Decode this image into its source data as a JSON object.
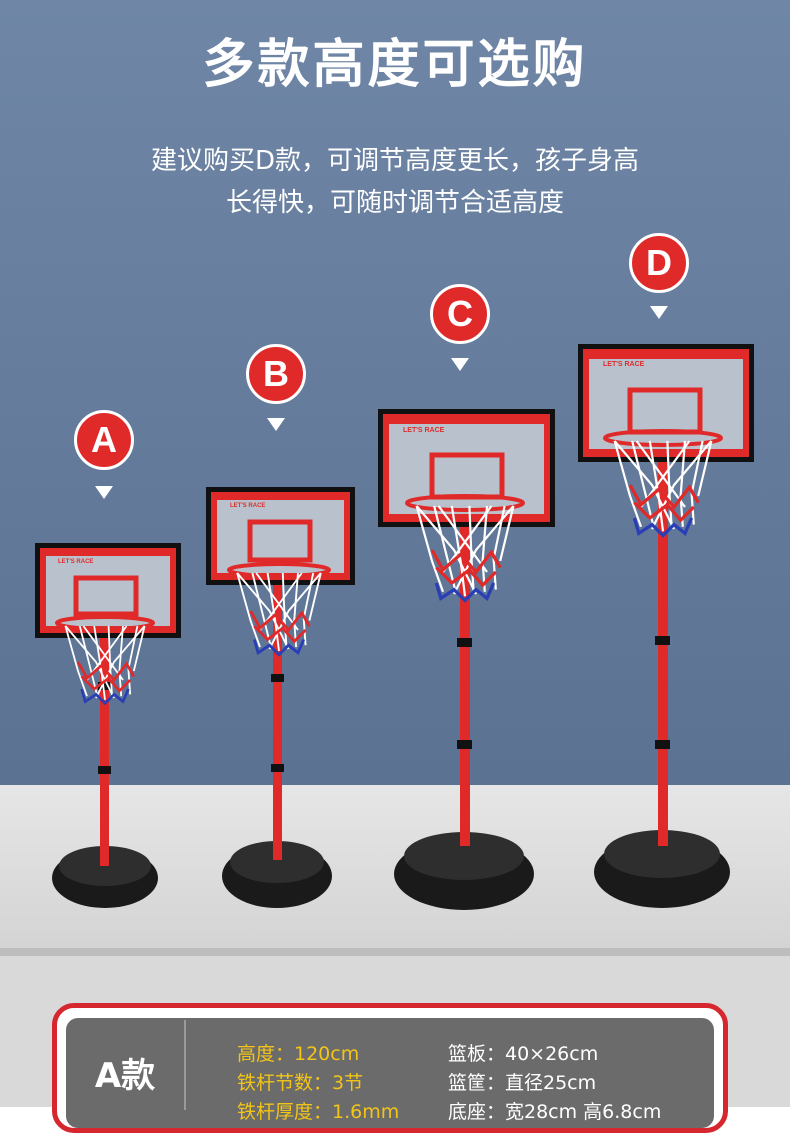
{
  "header": {
    "title": "多款高度可选购",
    "subtitle_lines": [
      "建议购买D款，可调节高度更长，孩子身高",
      "长得快，可随时调节合适高度"
    ]
  },
  "models": [
    {
      "label": "A"
    },
    {
      "label": "B"
    },
    {
      "label": "C"
    },
    {
      "label": "D"
    }
  ],
  "backboard_text": "LET'S RACE",
  "spec": {
    "model_label": "A款",
    "left": [
      "高度：120cm",
      "铁杆节数：3节",
      "铁杆厚度：1.6mm"
    ],
    "right": [
      "篮板：40×26cm",
      "篮筐：直径25cm",
      "底座：宽28cm 高6.8cm"
    ]
  },
  "colors": {
    "background_blue": "#6f86a6",
    "accent_red": "#e02a2a",
    "spec_yellow": "#f2c418",
    "spec_panel": "#6b6b6b"
  }
}
